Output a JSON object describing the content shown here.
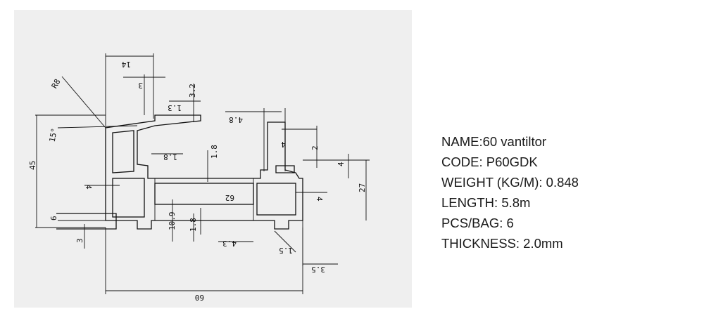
{
  "specs": {
    "name": "NAME:60 vantiltor",
    "code": "CODE: P60GDK",
    "weight": "WEIGHT (KG/M): 0.848",
    "length": "LENGTH: 5.8m",
    "pcs_per_bag": "PCS/BAG: 6",
    "thickness": "THICKNESS: 2.0mm"
  },
  "dimensions": {
    "top_width": "14",
    "radius": "R8",
    "small_depth": "3",
    "top_height": "3.2",
    "lip_offset": "1.3",
    "angle": "15°",
    "total_height": "45",
    "right_width": "4.8",
    "right_lip": "4",
    "right_small": "2",
    "right_offset": "4",
    "inner_gap": "1.8",
    "inner_depth": "1.8",
    "chamber_left": "4",
    "chamber_width": "62",
    "chamber_right": "4",
    "right_height": "27",
    "bottom_left": "6",
    "bottom_small": "3",
    "web_height": "10.9",
    "web_thickness": "1.8",
    "groove": "4.3",
    "groove_small": "1.5",
    "right_bottom": "3.5",
    "overall_width": "60"
  }
}
